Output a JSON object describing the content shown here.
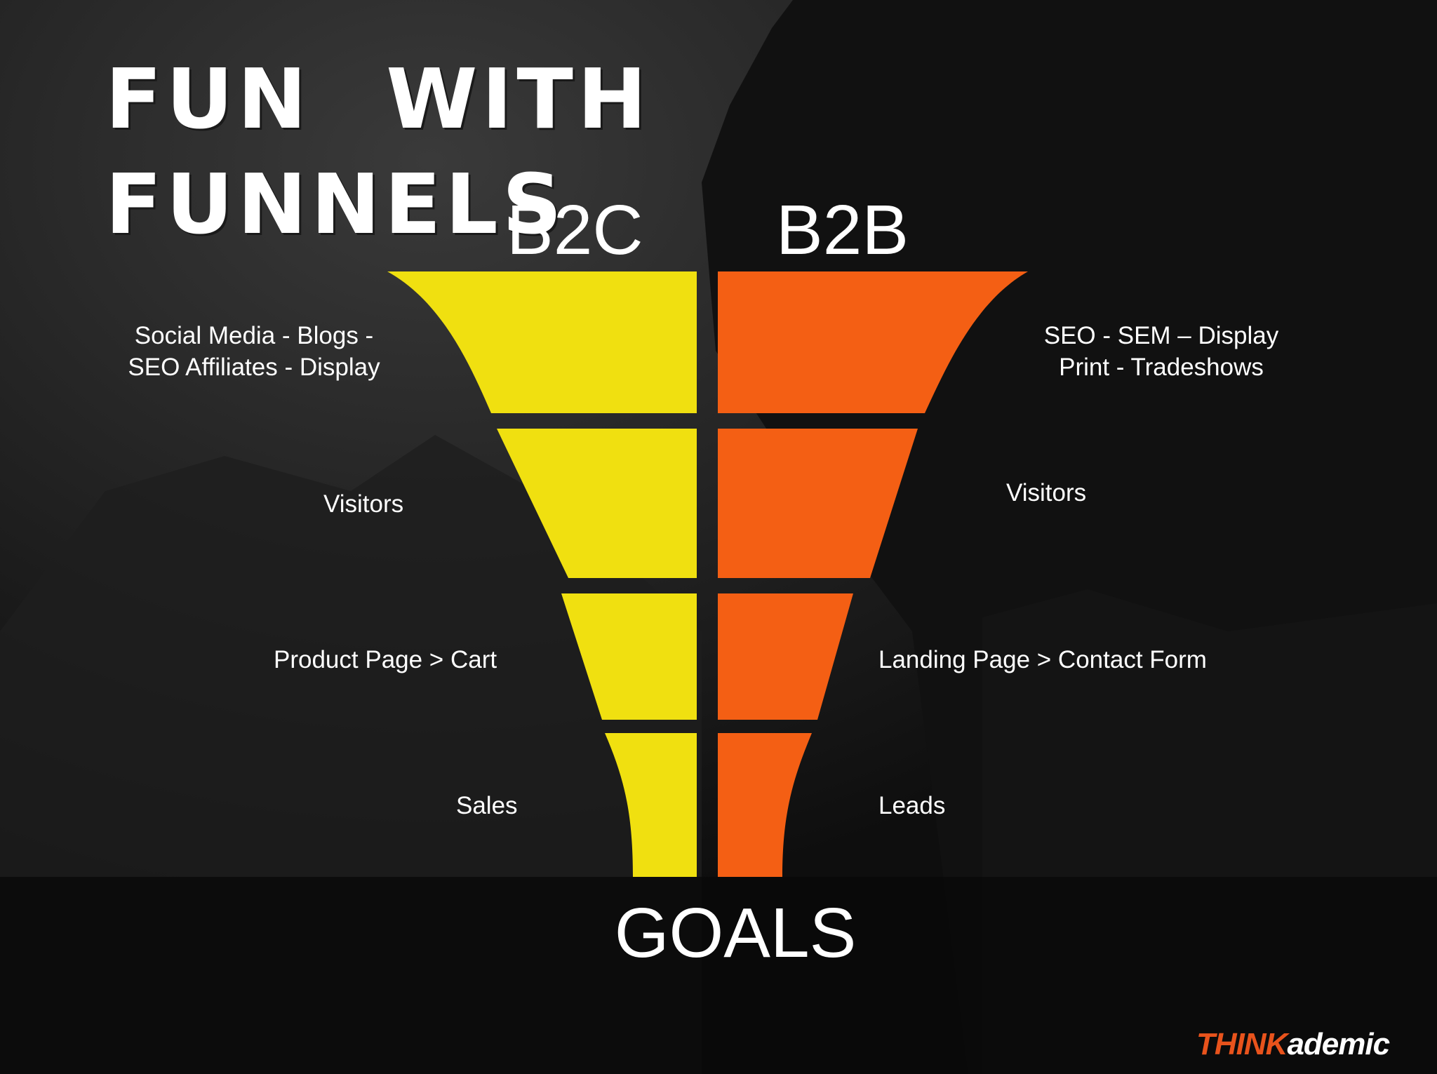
{
  "title": {
    "line1": "FUN WITH",
    "line2": "FUNNELS"
  },
  "columns": {
    "b2c": {
      "heading": "B2C",
      "color": "#f0e010",
      "stages": [
        {
          "label_lines": [
            "Social Media - Blogs -",
            "SEO  Affiliates - Display"
          ]
        },
        {
          "label": "Visitors"
        },
        {
          "label": "Product Page  >  Cart"
        },
        {
          "label": "Sales"
        }
      ]
    },
    "b2b": {
      "heading": "B2B",
      "color": "#f45f14",
      "stages": [
        {
          "label_lines": [
            "SEO  - SEM – Display",
            "Print - Tradeshows"
          ]
        },
        {
          "label": "Visitors"
        },
        {
          "label": "Landing Page  >  Contact Form"
        },
        {
          "label": "Leads"
        }
      ]
    }
  },
  "goals": "GOALS",
  "logo": {
    "part1": "THINK",
    "part2": "ademic",
    "part1_color": "#e8531c"
  }
}
